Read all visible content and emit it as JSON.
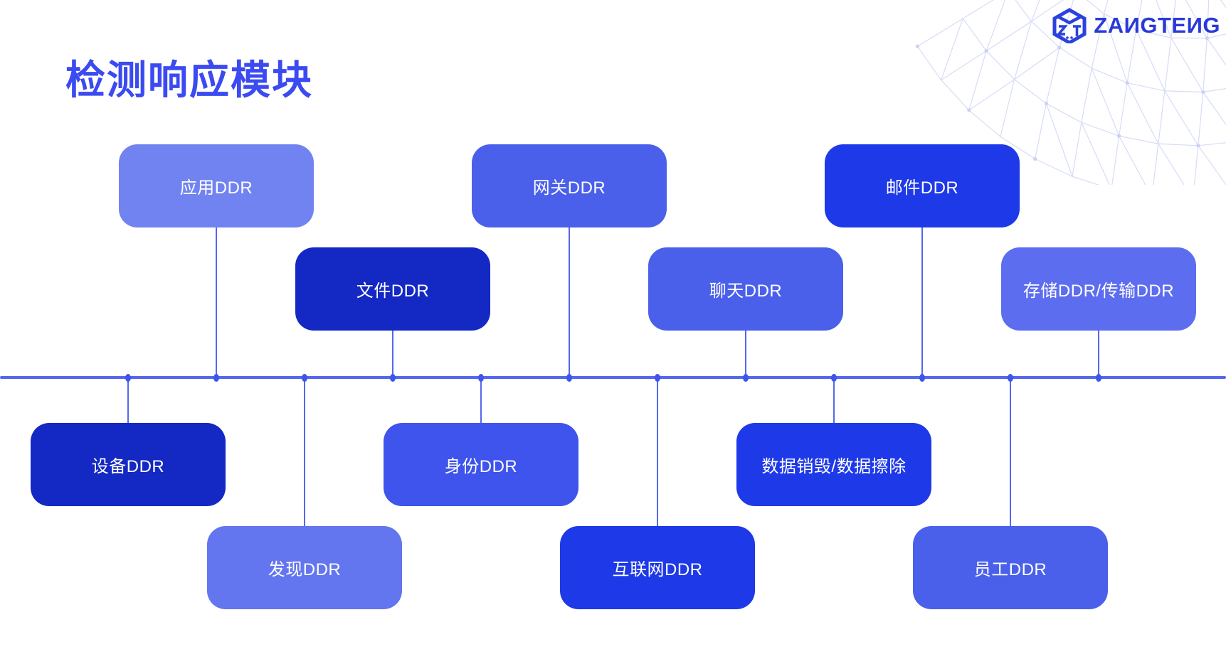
{
  "header": {
    "title": "检测响应模块",
    "title_color": "#3B4AF1"
  },
  "brand": {
    "name": "ZANGTENG",
    "display_text": "ZAИGTEИG",
    "text_color": "#2A3AD8",
    "icon": "zangteng-cube-logo-icon",
    "icon_color": "#2B42DE"
  },
  "diagram": {
    "timeline_color": "#5468EE",
    "connector_color": "#5468EE",
    "dot_color": "#3D55EC",
    "nodes": [
      {
        "label": "设备DDR",
        "color": "#1428C4",
        "col": 0,
        "row": "low1"
      },
      {
        "label": "应用DDR",
        "color": "#7183F1",
        "col": 1,
        "row": "top"
      },
      {
        "label": "发现DDR",
        "color": "#6375EF",
        "col": 2,
        "row": "low2"
      },
      {
        "label": "文件DDR",
        "color": "#1428C4",
        "col": 3,
        "row": "mid"
      },
      {
        "label": "身份DDR",
        "color": "#3E54EC",
        "col": 4,
        "row": "low1"
      },
      {
        "label": "网关DDR",
        "color": "#4A60EB",
        "col": 5,
        "row": "top"
      },
      {
        "label": "互联网DDR",
        "color": "#1E39E8",
        "col": 6,
        "row": "low2"
      },
      {
        "label": "聊天DDR",
        "color": "#4A60EB",
        "col": 7,
        "row": "mid"
      },
      {
        "label": "数据销毁/数据擦除",
        "color": "#1E39E8",
        "col": 8,
        "row": "low1"
      },
      {
        "label": "邮件DDR",
        "color": "#1E39E8",
        "col": 9,
        "row": "top"
      },
      {
        "label": "员工DDR",
        "color": "#4A60EB",
        "col": 10,
        "row": "low2"
      },
      {
        "label": "存储DDR/传输DDR",
        "color": "#5C6DEF",
        "col": 11,
        "row": "mid"
      }
    ],
    "decoration": {
      "mesh_line_color": "#d7dcf7",
      "mesh_dot_color": "#c9d1f5"
    }
  }
}
